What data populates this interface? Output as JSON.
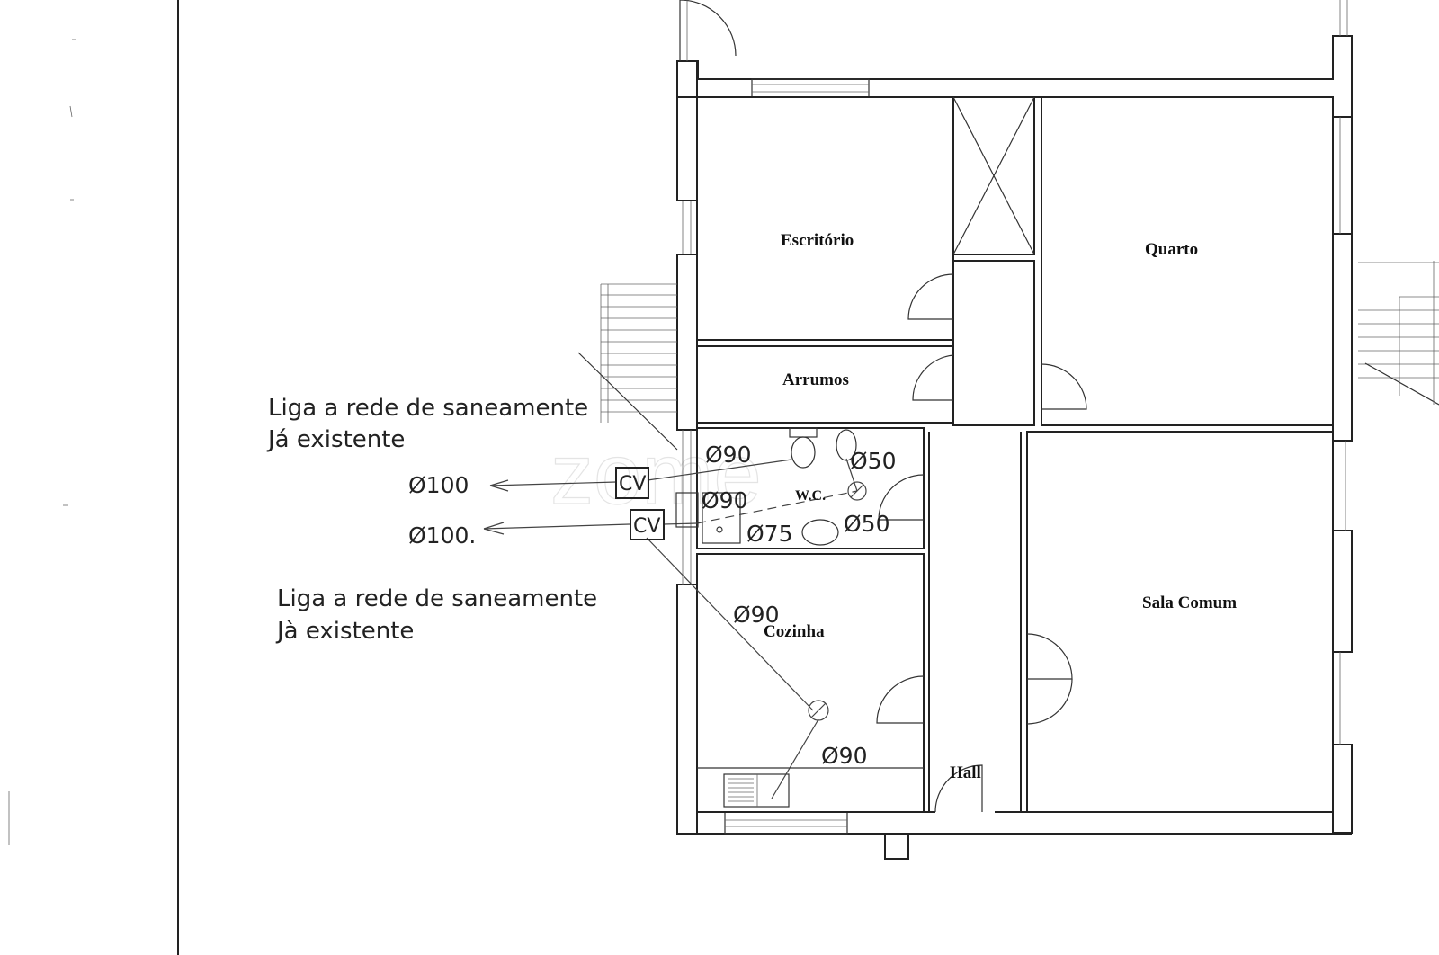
{
  "rooms": {
    "escritorio": "Escritório",
    "quarto": "Quarto",
    "arrumos": "Arrumos",
    "wc": "W.C.",
    "sala_comum": "Sala Comum",
    "cozinha": "Cozinha",
    "hall": "Hall"
  },
  "notes": {
    "upper": {
      "line1": "Liga a rede de saneamente",
      "line2": "Já existente"
    },
    "lower": {
      "line1": "Liga a rede de saneamente",
      "line2": "Jà existente"
    }
  },
  "pipes": {
    "main_upper": "Ø100",
    "main_lower": "Ø100.",
    "wc_top": "Ø90",
    "wc_mid": "Ø90",
    "toilet": "Ø50",
    "basin": "Ø50",
    "bath": "Ø75",
    "kitchen_line": "Ø90",
    "kitchen_sink": "Ø90"
  },
  "inspection_box": {
    "upper": "CV",
    "lower": "CV"
  },
  "watermark": "zome",
  "colors": {
    "line": "#222222",
    "background": "#ffffff",
    "watermark": "#cfcfcf"
  }
}
